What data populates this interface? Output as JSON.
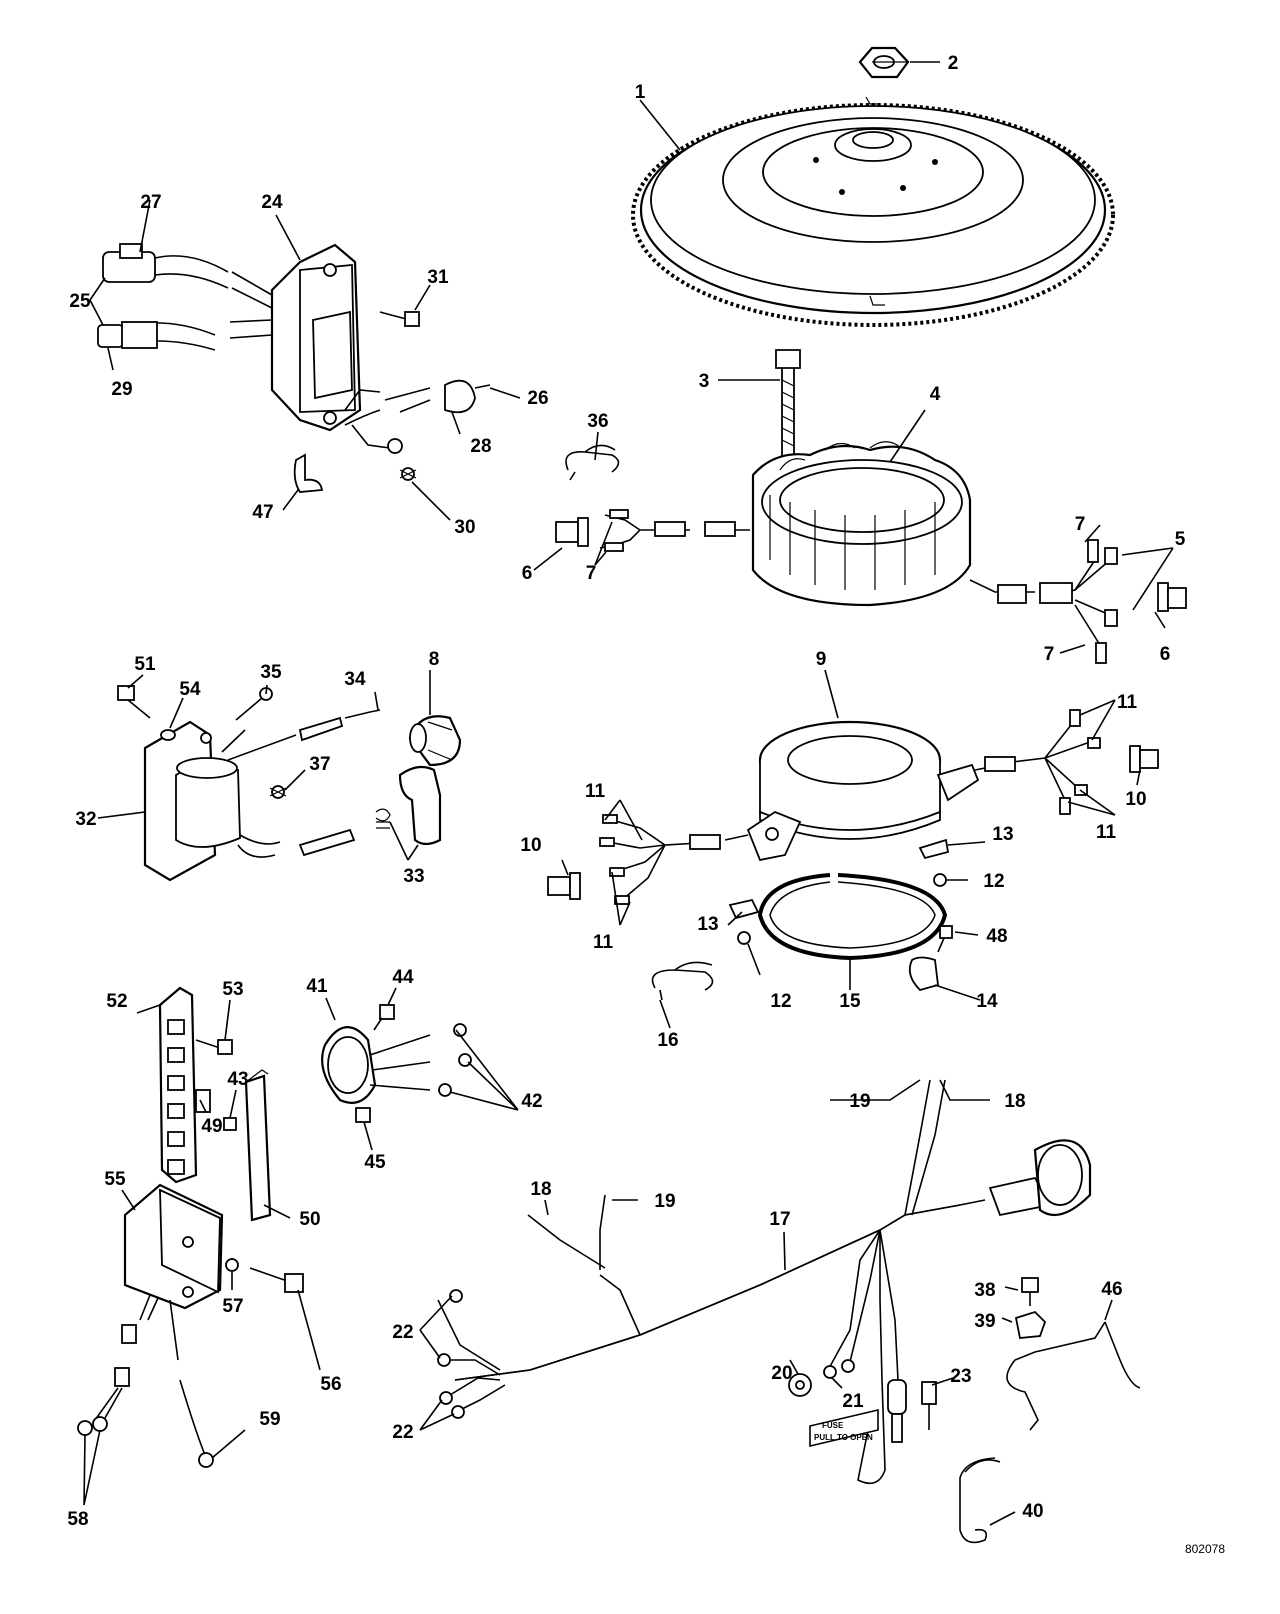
{
  "diagram": {
    "part_number": "802078",
    "fuse_tag": [
      "FUSE",
      "PULL TO OPEN"
    ],
    "callouts": [
      "1",
      "2",
      "3",
      "4",
      "5",
      "6",
      "7",
      "8",
      "9",
      "10",
      "11",
      "12",
      "13",
      "14",
      "15",
      "16",
      "17",
      "18",
      "19",
      "20",
      "21",
      "22",
      "23",
      "24",
      "25",
      "26",
      "27",
      "28",
      "29",
      "30",
      "31",
      "32",
      "33",
      "34",
      "35",
      "36",
      "37",
      "38",
      "39",
      "40",
      "41",
      "42",
      "43",
      "44",
      "45",
      "46",
      "47",
      "48",
      "49",
      "50",
      "51",
      "52",
      "53",
      "54",
      "55",
      "56",
      "57",
      "58",
      "59"
    ]
  }
}
